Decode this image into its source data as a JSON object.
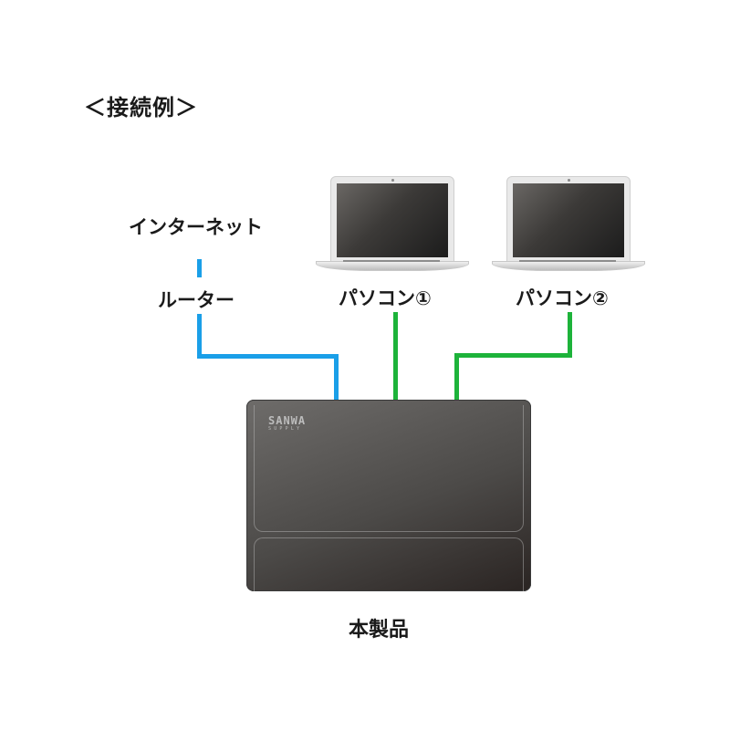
{
  "title": "＜接続例＞",
  "nodes": {
    "internet": "インターネット",
    "router": "ルーター",
    "pc1": "パソコン①",
    "pc2": "パソコン②",
    "product": "本製品"
  },
  "device_logo": {
    "brand": "SANWA",
    "sub": "SUPPLY"
  },
  "connections": [
    {
      "from": "internet",
      "to": "router",
      "color": "#1a9fe8"
    },
    {
      "from": "router",
      "to": "product",
      "color": "#1a9fe8"
    },
    {
      "from": "pc1",
      "to": "product",
      "color": "#1db33a"
    },
    {
      "from": "pc2",
      "to": "product",
      "color": "#1db33a"
    }
  ],
  "colors": {
    "wan_line": "#1a9fe8",
    "lan_line": "#1db33a"
  }
}
